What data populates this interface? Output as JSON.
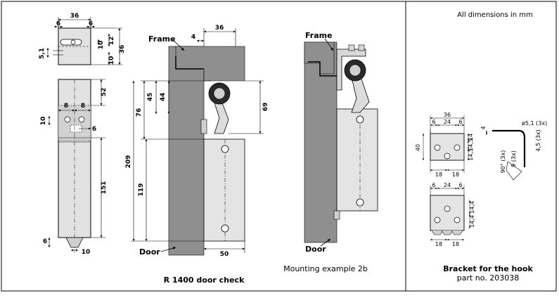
{
  "header": {
    "all_dimensions": "All dimensions in mm"
  },
  "labels": {
    "frame": "Frame",
    "door": "Door"
  },
  "captions": {
    "door_check": "R 1400 door check",
    "mounting": "Mounting example 2b",
    "bracket_title": "Bracket for the hook",
    "part_no": "part no. 203038"
  },
  "dims": {
    "top_width": "36",
    "top_left": "6",
    "top_right": "6",
    "top_slot": "10",
    "top_h12": "12",
    "top_h36": "36",
    "top_h10": "10",
    "hole_51": "5,1",
    "body_52": "52",
    "body_8a": "8",
    "body_8b": "8",
    "body_10": "10",
    "body_6": "6",
    "body_151": "151",
    "bottom_6": "6",
    "bottom_10": "10",
    "mid_4": "4",
    "mid_36": "36",
    "mid_45": "45",
    "mid_44": "44",
    "mid_76": "76",
    "mid_69": "69",
    "mid_209": "209",
    "mid_119": "119",
    "mid_50": "50",
    "br_36": "36",
    "br_6a": "6",
    "br_24": "24",
    "br_6b": "6",
    "br_4": "4",
    "br_hole": "ø5,1 (3x)",
    "br_45": "4,5 (3x)",
    "br_40": "40",
    "br_14a": "14",
    "br_14b": "14,5",
    "br_14c": "14,5",
    "br_90": "90° (3x)",
    "br_9": "9 (3x)",
    "br_18a": "18",
    "br_18b": "18",
    "br_6c": "6",
    "br_24b": "24",
    "br_6d": "6",
    "br_14d": "14,4",
    "br_14e": "14,4",
    "br_18c": "18",
    "br_18d": "18"
  }
}
